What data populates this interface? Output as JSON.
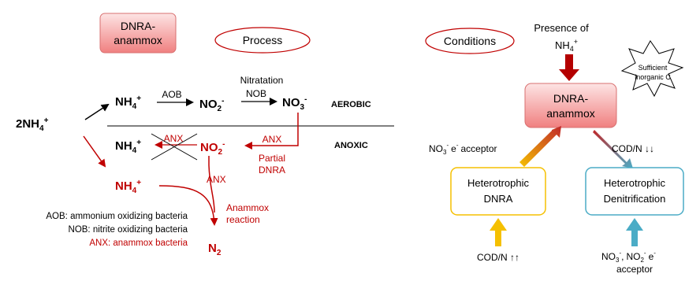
{
  "left_panel": {
    "dnra_box": {
      "line1": "DNRA-",
      "line2": "anammox"
    },
    "process_oval": "Process",
    "nitratation": "Nitratation",
    "species": {
      "source": "2NH",
      "source_sub": "4",
      "source_sup": "+",
      "nh4": "NH",
      "nh4_sub": "4",
      "nh4_sup": "+",
      "no2": "NO",
      "no2_sub": "2",
      "no2_sup": "-",
      "no3": "NO",
      "no3_sub": "3",
      "no3_sup": "-",
      "n2": "N",
      "n2_sub": "2"
    },
    "labels": {
      "aob": "AOB",
      "nob": "NOB",
      "anx_crossed": "ANX",
      "anx_partial": "ANX",
      "anx_bottom": "ANX",
      "partial_dnra_1": "Partial",
      "partial_dnra_2": "DNRA",
      "anammox_reaction_1": "Anammox",
      "anammox_reaction_2": "reaction",
      "aerobic": "AEROBIC",
      "anoxic": "ANOXIC"
    },
    "legend": {
      "aob": "AOB: ammonium oxidizing bacteria",
      "nob": "NOB: nitrite oxidizing bacteria",
      "anx": "ANX: anammox bacteria"
    }
  },
  "right_panel": {
    "conditions_oval": "Conditions",
    "presence_1": "Presence of",
    "presence_nh4": "NH",
    "presence_sub": "4",
    "presence_sup": "+",
    "star": {
      "line1": "Sufficient",
      "line2": "inorganic C"
    },
    "center_box": {
      "line1": "DNRA-",
      "line2": "anammox"
    },
    "no3_acceptor": {
      "species": "NO",
      "sub": "3",
      "sup": "-",
      "e": "e",
      "e_sup": "-",
      "text": "acceptor"
    },
    "codn_down": "COD/N ↓↓",
    "hetero_dnra": {
      "line1": "Heterotrophic",
      "line2": "DNRA"
    },
    "hetero_denit": {
      "line1": "Heterotrophic",
      "line2": "Denitrification"
    },
    "codn_up": "COD/N ↑↑",
    "bottom_right": {
      "no3": "NO",
      "no3_sub": "3",
      "no3_sup": "-",
      "comma": ",",
      "no2": "NO",
      "no2_sub": "2",
      "no2_sup": "-",
      "e": "e",
      "e_sup": "-",
      "acceptor": "acceptor"
    }
  },
  "colors": {
    "red": "#c00000",
    "box_fill_top": "#fde0e0",
    "box_fill_bottom": "#f08a8a",
    "box_stroke": "#d06060",
    "yellow": "#f5c000",
    "teal": "#4bacc6",
    "dark_red": "#b40000"
  }
}
